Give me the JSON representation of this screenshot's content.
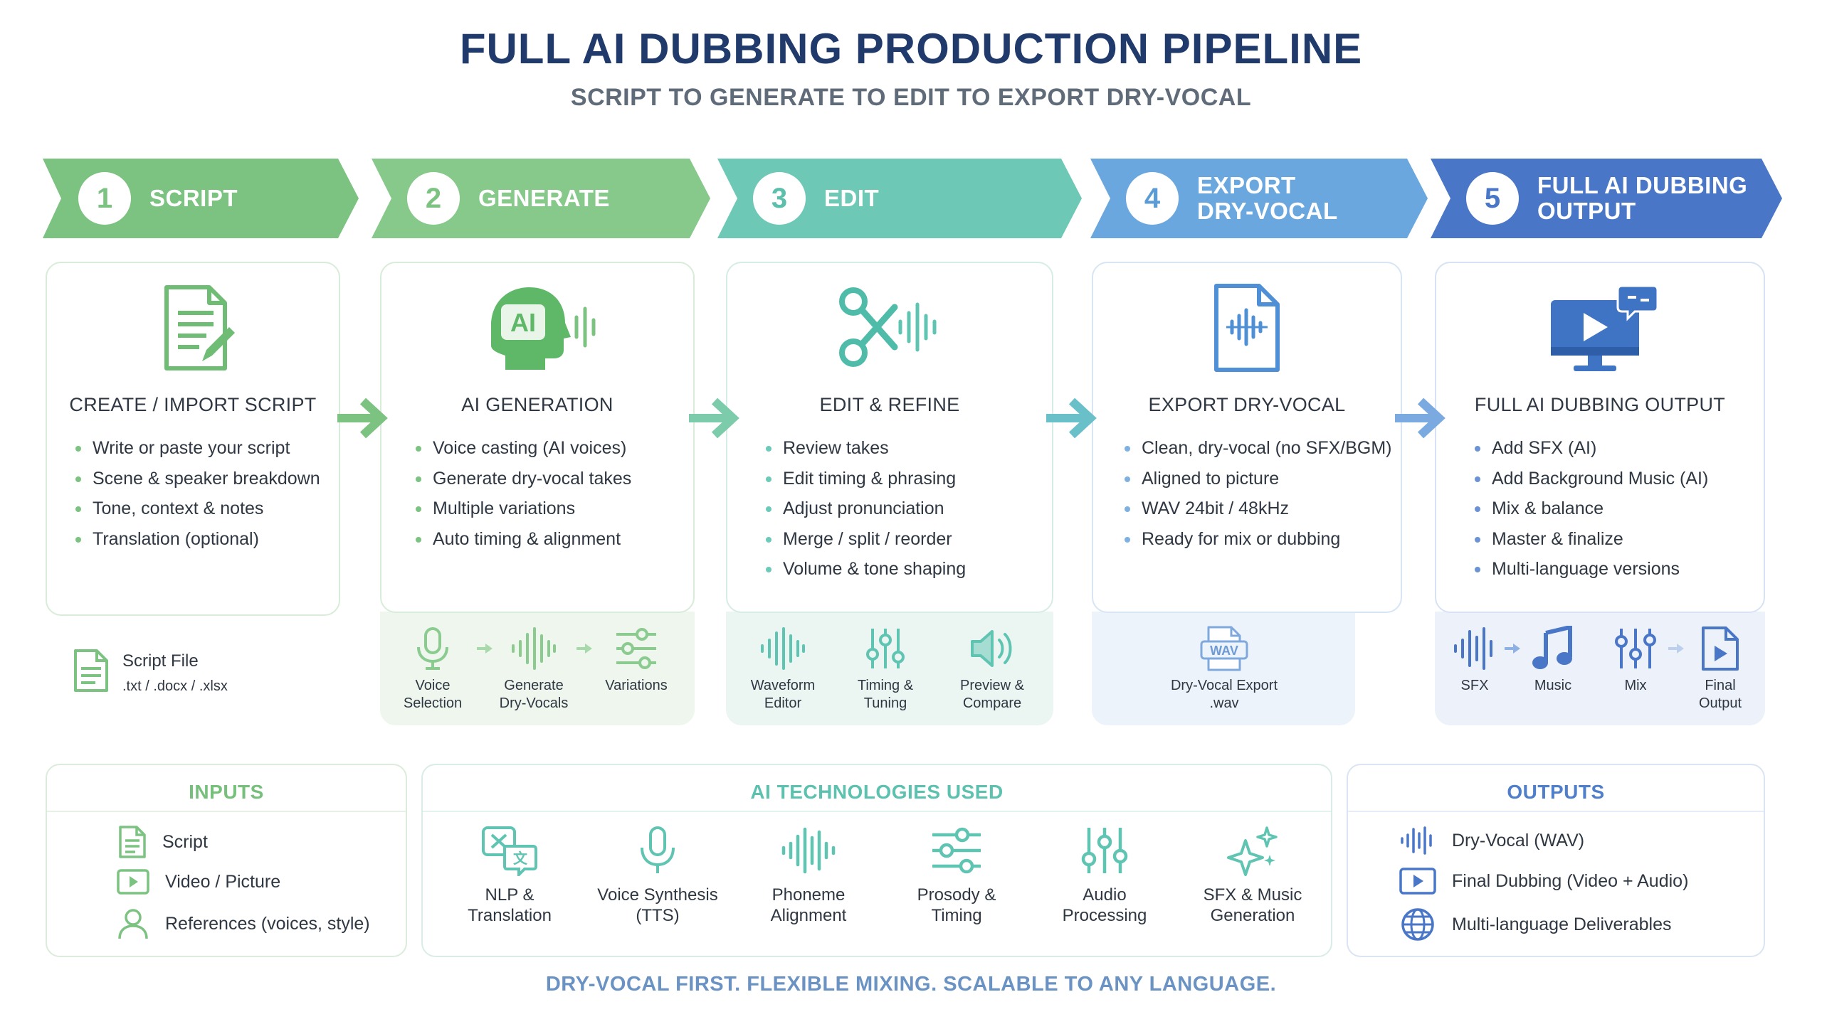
{
  "title": "FULL AI DUBBING PRODUCTION PIPELINE",
  "subtitle": "SCRIPT TO GENERATE TO EDIT TO EXPORT DRY-VOCAL",
  "colors": {
    "green": "#7cc281",
    "green2": "#85c98a",
    "teal": "#6ccab8",
    "lightblue": "#6aa7de",
    "blue": "#4a76c8",
    "navy": "#1f3a6b"
  },
  "stages": [
    {
      "num": "1",
      "label_lines": [
        "SCRIPT"
      ]
    },
    {
      "num": "2",
      "label_lines": [
        "GENERATE"
      ]
    },
    {
      "num": "3",
      "label_lines": [
        "EDIT"
      ]
    },
    {
      "num": "4",
      "label_lines": [
        "EXPORT",
        "DRY-VOCAL"
      ]
    },
    {
      "num": "5",
      "label_lines": [
        "FULL AI DUBBING",
        "OUTPUT"
      ]
    }
  ],
  "cards": [
    {
      "icon": "document-pencil-icon",
      "heading": "CREATE / IMPORT SCRIPT",
      "items": [
        "Write or paste your script",
        "Scene & speaker breakdown",
        "Tone, context & notes",
        "Translation (optional)"
      ]
    },
    {
      "icon": "ai-head-wave-icon",
      "heading": "AI GENERATION",
      "items": [
        "Voice casting (AI voices)",
        "Generate dry-vocal takes",
        "Multiple variations",
        "Auto timing & alignment"
      ]
    },
    {
      "icon": "scissors-wave-icon",
      "heading": "EDIT & REFINE",
      "items": [
        "Review takes",
        "Edit timing & phrasing",
        "Adjust pronunciation",
        "Merge / split / reorder",
        "Volume & tone shaping"
      ]
    },
    {
      "icon": "audio-file-icon",
      "heading": "EXPORT DRY-VOCAL",
      "items": [
        "Clean, dry-vocal (no SFX/BGM)",
        "Aligned to picture",
        "WAV 24bit / 48kHz",
        "Ready for mix or dubbing"
      ]
    },
    {
      "icon": "monitor-play-icon",
      "heading": "FULL AI DUBBING OUTPUT",
      "items": [
        "Add SFX (AI)",
        "Add Background Music (AI)",
        "Mix & balance",
        "Master & finalize",
        "Multi-language versions"
      ]
    }
  ],
  "script_file": {
    "name": "Script File",
    "ext": ".txt / .docx / .xlsx"
  },
  "generate_tools": [
    {
      "l1": "Voice",
      "l2": "Selection"
    },
    {
      "l1": "Generate",
      "l2": "Dry-Vocals"
    },
    {
      "l1": "Variations",
      "l2": ""
    }
  ],
  "edit_tools": [
    {
      "l1": "Waveform",
      "l2": "Editor"
    },
    {
      "l1": "Timing &",
      "l2": "Tuning"
    },
    {
      "l1": "Preview &",
      "l2": "Compare"
    }
  ],
  "export_tool": {
    "l1": "Dry-Vocal Export",
    "l2": ".wav",
    "badge": "WAV"
  },
  "output_tools": [
    {
      "l1": "SFX",
      "l2": ""
    },
    {
      "l1": "Music",
      "l2": ""
    },
    {
      "l1": "Mix",
      "l2": ""
    },
    {
      "l1": "Final",
      "l2": "Output"
    }
  ],
  "inputs": {
    "title": "INPUTS",
    "items": [
      "Script",
      "Video / Picture",
      "References (voices, style)"
    ]
  },
  "tech": {
    "title": "AI TECHNOLOGIES USED",
    "items": [
      {
        "l1": "NLP &",
        "l2": "Translation"
      },
      {
        "l1": "Voice Synthesis",
        "l2": "(TTS)"
      },
      {
        "l1": "Phoneme",
        "l2": "Alignment"
      },
      {
        "l1": "Prosody &",
        "l2": "Timing"
      },
      {
        "l1": "Audio",
        "l2": "Processing"
      },
      {
        "l1": "SFX & Music",
        "l2": "Generation"
      }
    ]
  },
  "outputs": {
    "title": "OUTPUTS",
    "items": [
      "Dry-Vocal (WAV)",
      "Final Dubbing (Video + Audio)",
      "Multi-language Deliverables"
    ]
  },
  "footer": "DRY-VOCAL FIRST. FLEXIBLE MIXING. SCALABLE TO ANY LANGUAGE."
}
